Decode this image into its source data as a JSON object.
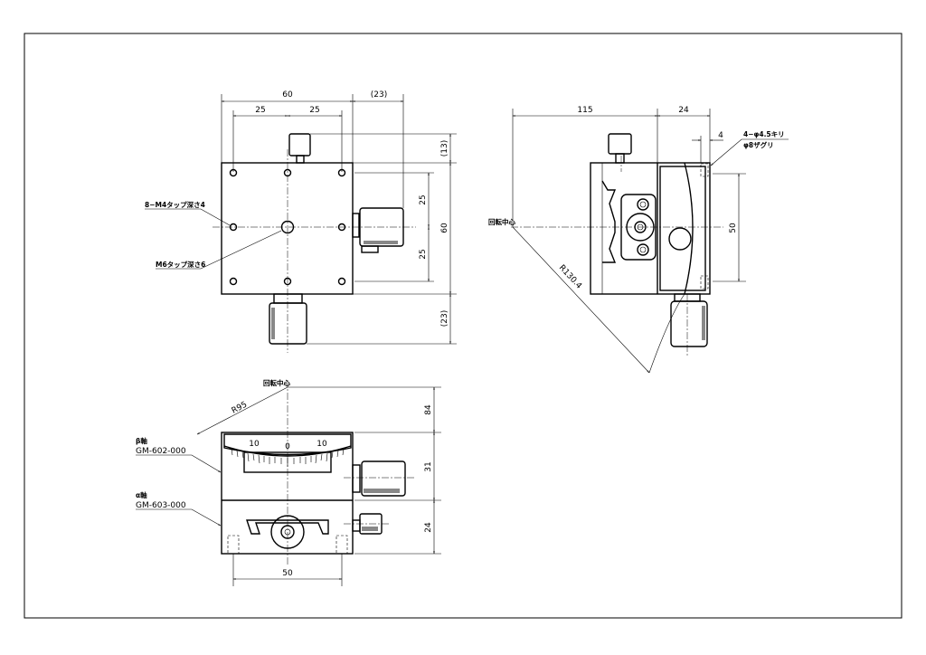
{
  "top_view": {
    "dims": {
      "overall_width": "60",
      "hole_pitch_left": "25",
      "hole_pitch_right": "25",
      "knob_right": "(23)",
      "knob_top": "(13)",
      "overall_height": "60",
      "hole_pitch_upper": "25",
      "hole_pitch_lower": "25",
      "knob_bottom": "(23)"
    },
    "notes": {
      "m4_taps": "8−M4タップ深さ4",
      "m6_tap": "M6タップ深さ6"
    }
  },
  "side_view": {
    "dims": {
      "to_center": "115",
      "width": "24",
      "counterbore_offset": "4",
      "hole_pitch": "50",
      "radius": "R130.4"
    },
    "notes": {
      "rotation_center": "回転中心",
      "holes_line1": "4−φ4.5キリ",
      "holes_line2": "φ8ザグリ"
    }
  },
  "front_view": {
    "dims": {
      "to_center": "84",
      "upper_height": "31",
      "lower_height": "24",
      "hole_pitch": "50",
      "radius": "R95"
    },
    "scale": {
      "left": "10",
      "center": "0",
      "right": "10"
    },
    "notes": {
      "rotation_center": "回転中心",
      "beta_axis": "β軸",
      "beta_part": "GM-602-000",
      "alpha_axis": "α軸",
      "alpha_part": "GM-603-000"
    }
  }
}
